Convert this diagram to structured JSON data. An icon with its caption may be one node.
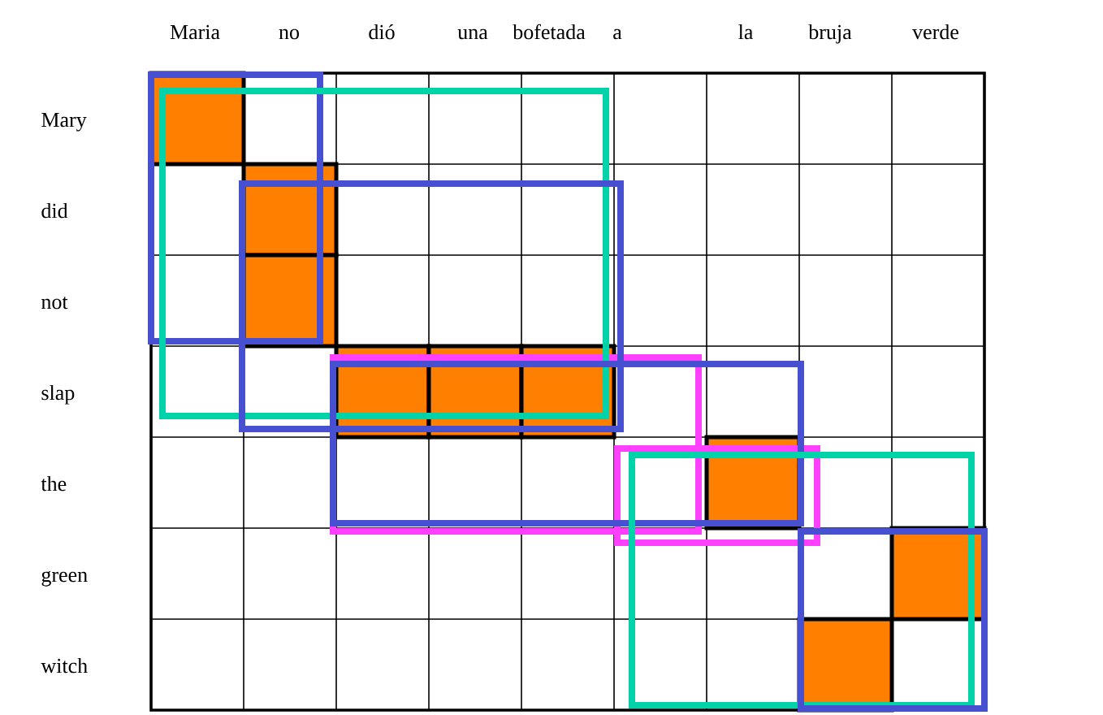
{
  "diagram": {
    "labels": [
      "Maria",
      "no",
      "dió",
      "una",
      "bofetada",
      "a",
      "la",
      "bruja",
      "verde",
      "Mary",
      "did",
      "not",
      "slap",
      "the",
      "green",
      "witch"
    ]
  }
}
